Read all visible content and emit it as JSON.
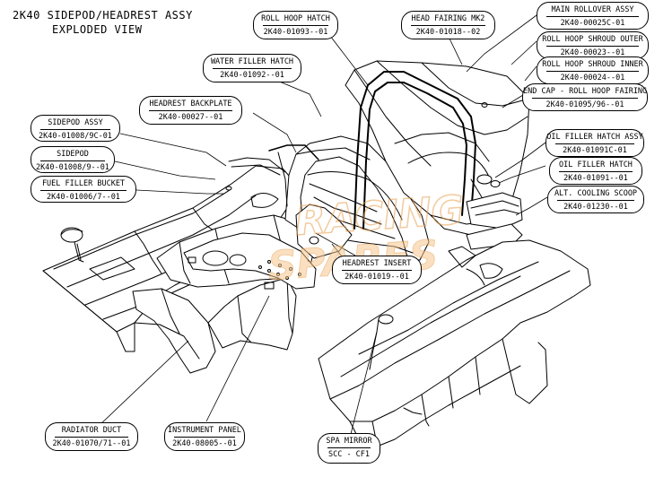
{
  "title": {
    "line1": "2K40 SIDEPOD/HEADREST ASSY",
    "line2": "EXPLODED VIEW"
  },
  "watermark": {
    "line1": "RACING",
    "line2": "SPARES",
    "color": "#e8a050"
  },
  "callouts": {
    "roll_hoop_hatch": {
      "name": "ROLL HOOP HATCH",
      "code": "2K40-01093--01"
    },
    "head_fairing_mk2": {
      "name": "HEAD FAIRING MK2",
      "code": "2K40-01018--02"
    },
    "main_rollover_assy": {
      "name": "MAIN ROLLOVER ASSY",
      "code": "2K40-00025C-01"
    },
    "roll_hoop_shroud_outer": {
      "name": "ROLL HOOP SHROUD OUTER",
      "code": "2K40-00023--01"
    },
    "roll_hoop_shroud_inner": {
      "name": "ROLL HOOP SHROUD INNER",
      "code": "2K40-00024--01"
    },
    "end_cap_roll_hoop_fairing": {
      "name": "END CAP - ROLL HOOP FAIRING",
      "code": "2K40-01095/96--01"
    },
    "water_filler_hatch": {
      "name": "WATER FILLER HATCH",
      "code": "2K40-01092--01"
    },
    "headrest_backplate": {
      "name": "HEADREST BACKPLATE",
      "code": "2K40-00027--01"
    },
    "sidepod_assy": {
      "name": "SIDEPOD ASSY",
      "code": "2K40-01008/9C-01"
    },
    "sidepod": {
      "name": "SIDEPOD",
      "code": "2K40-01008/9--01"
    },
    "fuel_filler_bucket": {
      "name": "FUEL FILLER BUCKET",
      "code": "2K40-01006/7--01"
    },
    "oil_filler_hatch_assy": {
      "name": "OIL FILLER HATCH ASSY",
      "code": "2K40-01091C-01"
    },
    "oil_filler_hatch": {
      "name": "OIL FILLER HATCH",
      "code": "2K40-01091--01"
    },
    "alt_cooling_scoop": {
      "name": "ALT. COOLING SCOOP",
      "code": "2K40-01230--01"
    },
    "headrest_insert": {
      "name": "HEADREST INSERT",
      "code": "2K40-01019--01"
    },
    "radiator_duct": {
      "name": "RADIATOR DUCT",
      "code": "2K40-01070/71--01"
    },
    "instrument_panel": {
      "name": "INSTRUMENT PANEL",
      "code": "2K40-08005--01"
    },
    "spa_mirror": {
      "name": "SPA MIRROR",
      "code": "SCC - CF1"
    }
  }
}
